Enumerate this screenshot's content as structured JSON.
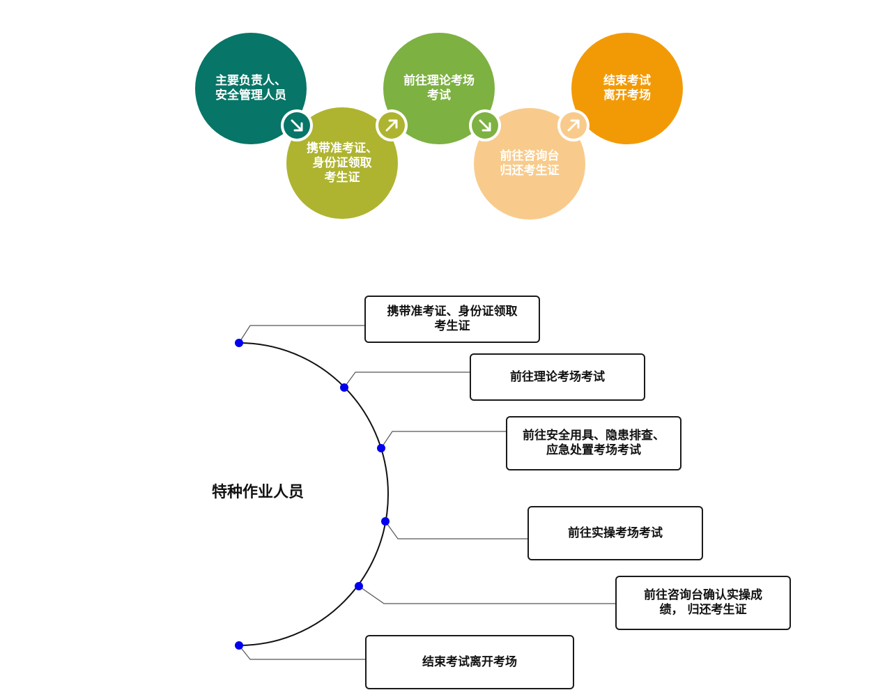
{
  "process_top": {
    "steps": [
      {
        "label": "主要负责人、\n安全管理人员",
        "color": "#077567"
      },
      {
        "label": "携带准考证、\n身份证领取\n考生证",
        "color": "#aeb42f"
      },
      {
        "label": "前往理论考场\n考试",
        "color": "#7db142"
      },
      {
        "label": "前往咨询台\n归还考生证",
        "color": "#f8cb8c"
      },
      {
        "label": "结束考试\n离开考场",
        "color": "#f29a05"
      }
    ],
    "connectors": [
      {
        "icon": "arrow-down-right-icon",
        "color": "#077567"
      },
      {
        "icon": "arrow-up-right-icon",
        "color": "#aeb42f"
      },
      {
        "icon": "arrow-down-right-icon",
        "color": "#7db142"
      },
      {
        "icon": "arrow-up-right-icon",
        "color": "#f8cb8c"
      }
    ]
  },
  "process_bottom": {
    "center_label": "特种作业人员",
    "arc_color": "#111111",
    "node_color": "#0000ee",
    "steps": [
      {
        "label": "携带准考证、身份证领取\n考生证"
      },
      {
        "label": "前往理论考场考试"
      },
      {
        "label": "前往安全用具、隐患排查、\n应急处置考场考试"
      },
      {
        "label": "前往实操考场考试"
      },
      {
        "label": "前往咨询台确认实操成\n绩，  归还考生证"
      },
      {
        "label": "结束考试离开考场"
      }
    ]
  }
}
